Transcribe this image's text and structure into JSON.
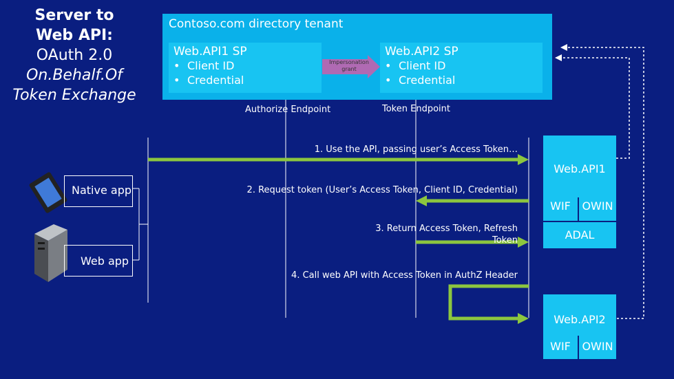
{
  "title": {
    "line1": "Server to",
    "line2": "Web API:",
    "line3": "OAuth 2.0",
    "line4": "On.Behalf.Of",
    "line5": "Token Exchange"
  },
  "tenant": {
    "title": "Contoso.com directory tenant",
    "sp1": {
      "title": "Web.API1 SP",
      "items": [
        "Client ID",
        "Credential"
      ]
    },
    "sp2": {
      "title": "Web.API2 SP",
      "items": [
        "Client ID",
        "Credential"
      ]
    },
    "grant_line1": "Impersonation",
    "grant_line2": "grant"
  },
  "endpoints": {
    "authorize": "Authorize Endpoint",
    "token": "Token Endpoint"
  },
  "steps": {
    "s1": "1. Use the API, passing user’s Access Token…",
    "s2": "2. Request token (User’s Access Token, Client ID, Credential)",
    "s3_line1": "3. Return Access Token, Refresh",
    "s3_line2": "Token",
    "s4": "4. Call web API with Access Token in AuthZ Header"
  },
  "apps": {
    "native": "Native app",
    "web": "Web app"
  },
  "webapi1": {
    "title": "Web.API1",
    "wif": "WIF",
    "owin": "OWIN",
    "adal": "ADAL"
  },
  "webapi2": {
    "title": "Web.API2",
    "wif": "WIF",
    "owin": "OWIN"
  },
  "colors": {
    "background": "#0a1e80",
    "tenant": "#0ab1ea",
    "box": "#18c4f2",
    "arrow_green": "#8cc63f",
    "grant_arrow": "#b06ab3"
  }
}
